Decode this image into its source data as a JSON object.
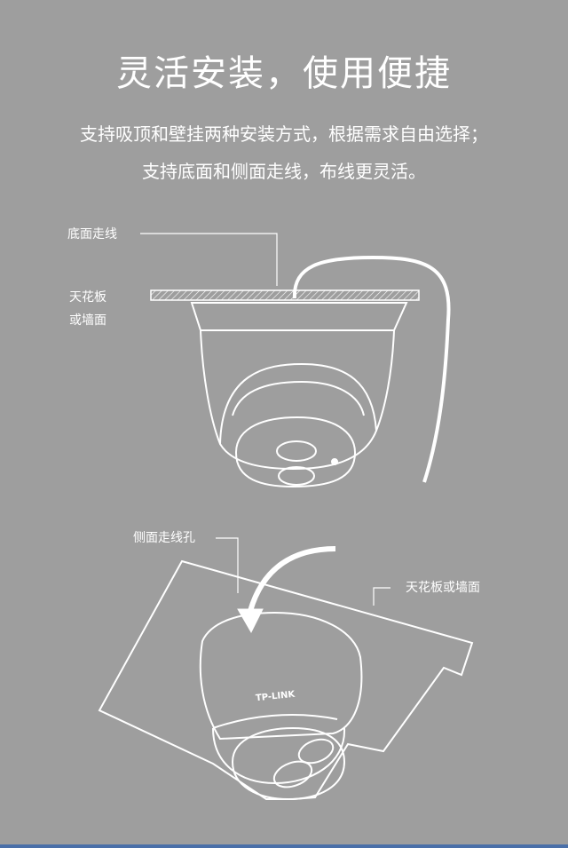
{
  "header": {
    "title": "灵活安装，使用便捷",
    "desc_line1": "支持吸顶和壁挂两种安装方式，根据需求自由选择；",
    "desc_line2": "支持底面和侧面走线，布线更灵活。"
  },
  "diagram_top": {
    "label_bottom_wiring": "底面走线",
    "label_ceiling_line1": "天花板",
    "label_ceiling_line2": "或墙面"
  },
  "diagram_bottom": {
    "label_side_hole": "侧面走线孔",
    "label_ceiling_wall": "天花板或墙面",
    "brand_logo": "TP-LINK"
  },
  "colors": {
    "background": "#9e9e9e",
    "line": "#ffffff"
  }
}
